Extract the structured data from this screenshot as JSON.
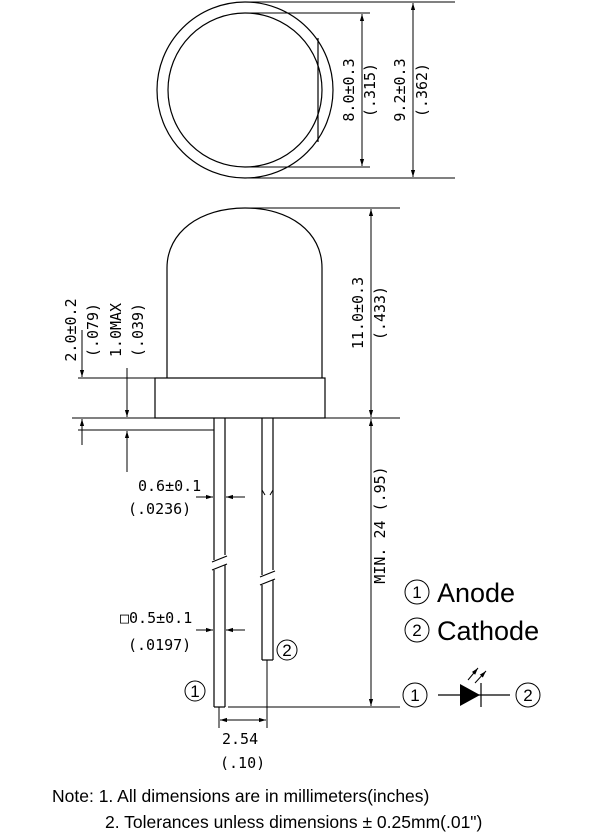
{
  "top_view": {
    "inner_diameter": {
      "mm": "8.0±0.3",
      "inch": "(.315)"
    },
    "outer_diameter": {
      "mm": "9.2±0.3",
      "inch": "(.362)"
    }
  },
  "side_view": {
    "body_height": {
      "mm": "11.0±0.3",
      "inch": "(.433)"
    },
    "flange_height": {
      "mm": "2.0±0.2",
      "inch": "(.079)"
    },
    "standoff_max": {
      "mm": "1.0MAX",
      "inch": "(.039)"
    },
    "lead_length": {
      "text": "MIN. 24 (.95)"
    },
    "lead_width": {
      "mm": "0.6±0.1",
      "inch": "(.0236)"
    },
    "lead_square": {
      "mm": "□0.5±0.1",
      "inch": "(.0197)"
    },
    "lead_spacing": {
      "mm": "2.54",
      "inch": "(.10)"
    }
  },
  "pins": {
    "pin1_marker": "1",
    "pin2_marker": "2"
  },
  "legend": {
    "anode": {
      "num": "1",
      "label": "Anode"
    },
    "cathode": {
      "num": "2",
      "label": "Cathode"
    }
  },
  "symbol": {
    "left_num": "1",
    "right_num": "2"
  },
  "notes": {
    "line1": "Note: 1. All dimensions are in millimeters(inches)",
    "line2": "2. Tolerances unless dimensions ± 0.25mm(.01\")"
  }
}
